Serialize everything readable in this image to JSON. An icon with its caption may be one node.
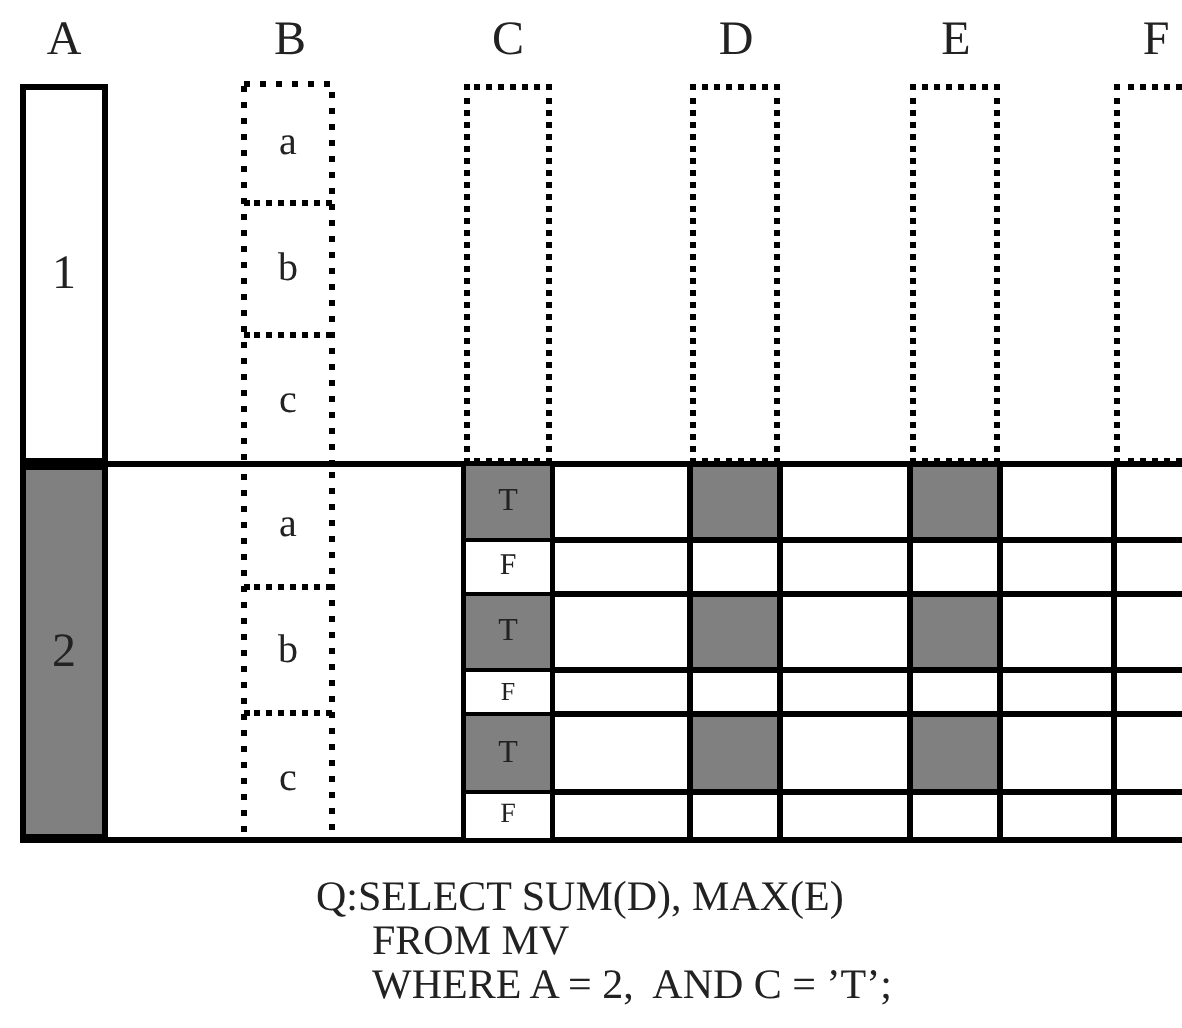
{
  "diagram": {
    "nodes": [
      {
        "text": [
          "1"
        ]
      },
      {
        "text": [
          "2"
        ]
      },
      {
        "text": [
          "a"
        ]
      },
      {
        "text": [
          "b"
        ]
      },
      {
        "text": [
          "c"
        ]
      },
      {
        "text": [
          "a"
        ]
      },
      {
        "text": [
          "b"
        ]
      },
      {
        "text": [
          "c"
        ]
      },
      {
        "text": [
          "T"
        ]
      },
      {
        "text": [
          "F"
        ]
      },
      {
        "text": [
          "T"
        ]
      },
      {
        "text": [
          "F"
        ]
      },
      {
        "text": [
          "T"
        ]
      },
      {
        "text": [
          "F"
        ]
      },
      {
        "text": [],
        "shape": "box"
      },
      {
        "text": [],
        "shape": "box"
      },
      {
        "text": [],
        "shape": "box"
      },
      {
        "text": [],
        "shape": "box"
      }
    ],
    "labels": [
      "A",
      "B",
      "C",
      "D",
      "E",
      "F",
      "Q:SELECT SUM(D), MAX(E)",
      "FROM MV",
      "WHERE A = 2,  AND C = ’T’;"
    ]
  }
}
